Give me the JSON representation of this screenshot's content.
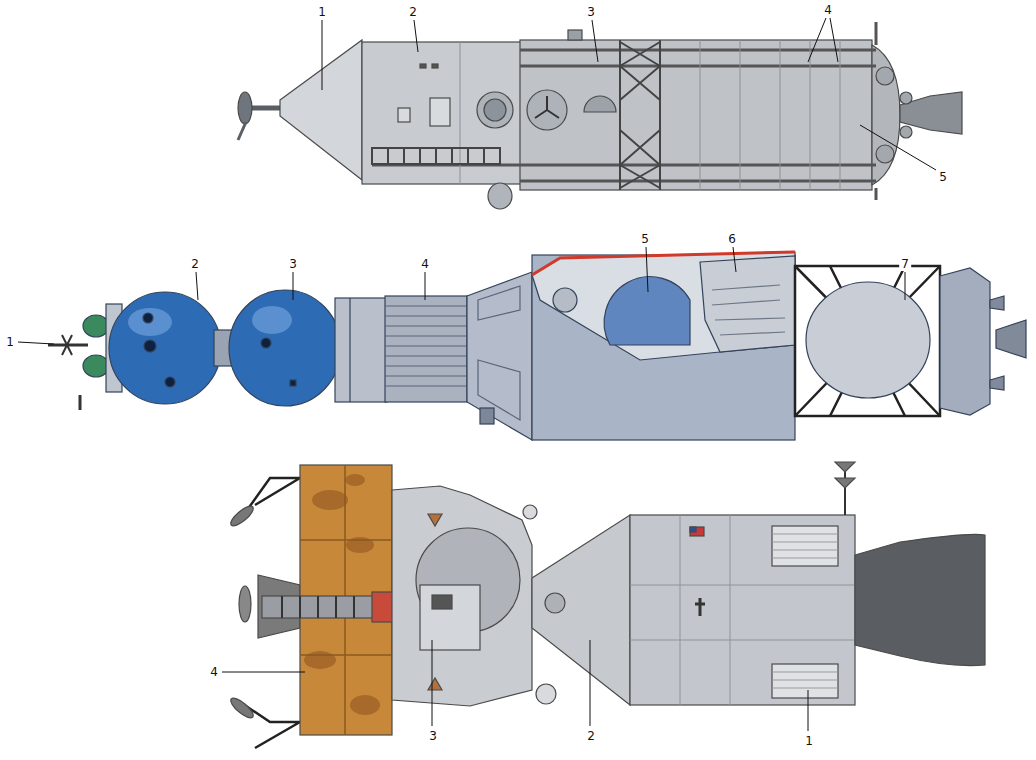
{
  "diagram": {
    "labels": [
      "1",
      "2",
      "3",
      "4",
      "5",
      "1",
      "2",
      "3",
      "4",
      "5",
      "6",
      "7",
      "4",
      "3",
      "2",
      "1"
    ]
  }
}
